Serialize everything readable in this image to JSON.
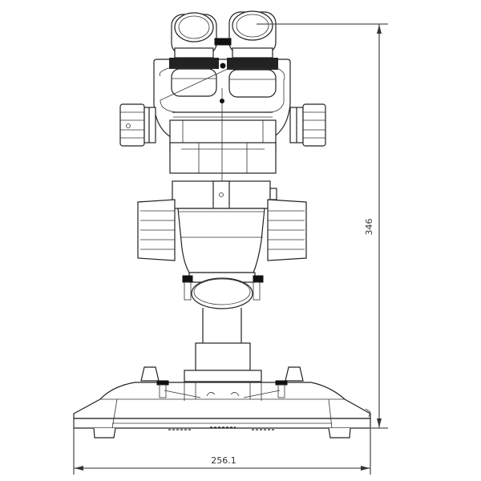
{
  "diagram": {
    "subject": "Stereo zoom microscope, front elevation view",
    "dimensions": {
      "height": {
        "value": "346",
        "orientation": "vertical"
      },
      "width": {
        "value": "256.1",
        "orientation": "horizontal"
      }
    },
    "components": [
      "binocular-eyepieces",
      "eyepiece-diopter-rings",
      "binocular-head",
      "focus-knobs-upper",
      "zoom-body",
      "zoom-knobs",
      "objective-lens",
      "pillar",
      "base-stage",
      "stage-clips",
      "base-feet"
    ],
    "colors": {
      "line": "#222222",
      "dimension_line": "#555555",
      "background": "#ffffff"
    }
  }
}
